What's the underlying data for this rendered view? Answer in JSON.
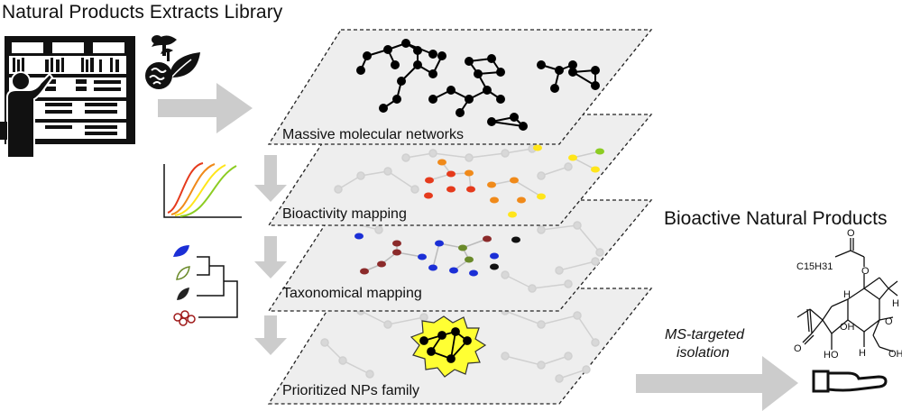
{
  "labels": {
    "left_title": "Natural Products Extracts Library",
    "right_title": "Bioactive Natural Products",
    "layer1": "Massive molecular networks",
    "layer2": "Bioactivity mapping",
    "layer3": "Taxonomical mapping",
    "layer4": "Prioritized NPs family",
    "ms_line1": "MS-targeted",
    "ms_line2": "isolation"
  },
  "molecule": {
    "chain": "C15H31",
    "o": "O",
    "h": "H",
    "oh": "OH",
    "ho": "HO"
  },
  "icons": [
    "scientist-at-bookshelf-icon",
    "mushroom-icon",
    "leaf-icon",
    "bacteria-icon",
    "dose-response-curve-icon",
    "taxonomy-tree-icon",
    "hand-icon"
  ],
  "colors": {
    "node": "#000000",
    "layer_fill": "#eeeeee",
    "arrow": "#cccccc",
    "highlight": "#ffff33",
    "bio_red": "#e53a1c",
    "bio_orange": "#f08a1a",
    "bio_yellow": "#ffe51a",
    "bio_green": "#8ccc22",
    "tax_blue": "#1b2fd6",
    "tax_green": "#6a8a2a",
    "tax_darkred": "#8b2a2a",
    "tax_black": "#111111"
  }
}
